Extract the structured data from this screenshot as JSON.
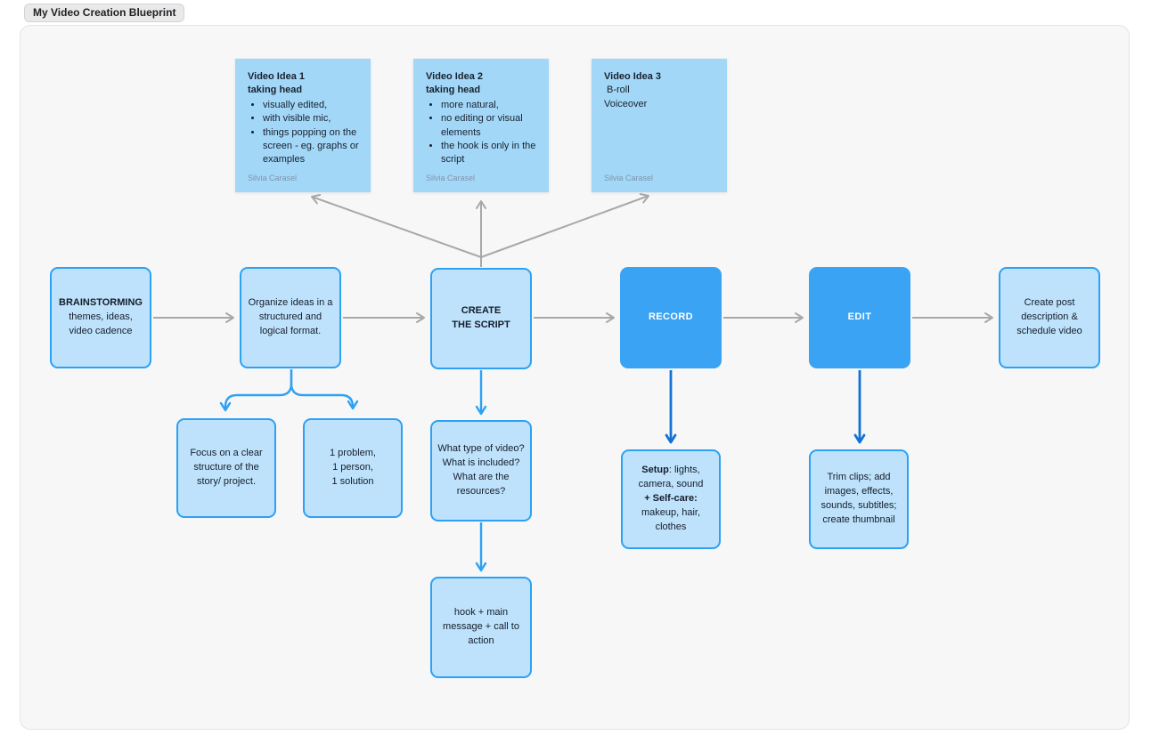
{
  "board": {
    "title": "My Video Creation Blueprint"
  },
  "colors": {
    "canvas_bg": "#f7f7f8",
    "sticky_fill": "#a3d7f8",
    "box_fill": "#bee2fb",
    "box_border": "#2da1f4",
    "solid_box_fill": "#3ba3f3",
    "arrow_gray": "#a8a8a8",
    "arrow_blue": "#2da1f4",
    "arrow_dark_blue": "#1371d6"
  },
  "stickies": [
    {
      "title_line1": "Video Idea 1",
      "title_line2": "taking head",
      "bullets": [
        "visually edited,",
        "with visible mic,",
        "things popping on the screen - eg. graphs or examples"
      ],
      "author": "Silvia Carasel"
    },
    {
      "title_line1": "Video Idea 2",
      "title_line2": "taking head",
      "bullets": [
        "more natural,",
        "no editing or visual elements",
        "the hook is only in the script"
      ],
      "author": "Silvia Carasel"
    },
    {
      "title_line1": "Video Idea 3",
      "line1": "B-roll",
      "line2": "Voiceover",
      "author": "Silvia Carasel"
    }
  ],
  "flow": {
    "brainstorm": {
      "title": "BRAINSTORMING",
      "subtitle": "themes, ideas, video cadence"
    },
    "organize": {
      "text": "Organize ideas in a structured and logical format."
    },
    "create_script": {
      "line1": "CREATE",
      "line2": "THE SCRIPT"
    },
    "record": {
      "label": "RECORD"
    },
    "edit": {
      "label": "EDIT"
    },
    "post": {
      "text": "Create post description & schedule video"
    }
  },
  "details": {
    "focus": {
      "text": "Focus on a clear structure of the story/ project."
    },
    "problem": {
      "line1": "1 problem,",
      "line2": "1 person,",
      "line3": "1 solution"
    },
    "what_type": {
      "text": "What type of video? What is included? What are the resources?"
    },
    "hook": {
      "text": "hook + main message + call to action"
    },
    "setup": {
      "label_bold": "Setup",
      "label_rest": ": lights, camera, sound",
      "selfcare_bold": "+ Self-care:",
      "selfcare_rest": "makeup, hair, clothes"
    },
    "trim": {
      "text": "Trim clips; add images, effects, sounds, subtitles; create thumbnail"
    }
  }
}
